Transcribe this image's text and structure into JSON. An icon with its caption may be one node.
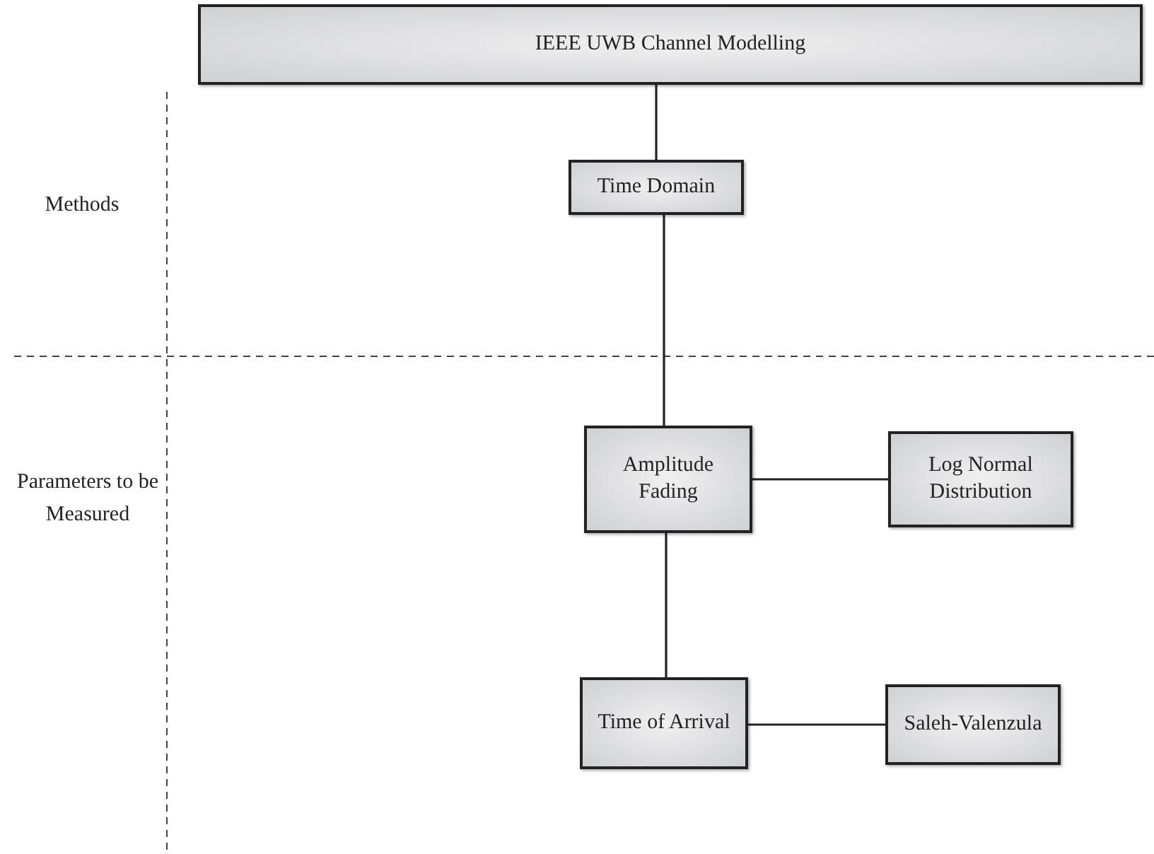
{
  "diagram": {
    "nodes": [
      {
        "text": [
          "IEEE UWB Channel Modelling"
        ]
      },
      {
        "text": [
          "Time Domain"
        ]
      },
      {
        "text": [
          "Amplitude Fading"
        ]
      },
      {
        "text": [
          "Log Normal Distribution"
        ]
      },
      {
        "text": [
          "Time of Arrival"
        ]
      },
      {
        "text": [
          "Saleh-Valenzula"
        ]
      }
    ],
    "edges": [
      {
        "from": 0,
        "to": 1,
        "arrow": "none"
      },
      {
        "from": 1,
        "to": 2,
        "arrow": "none"
      },
      {
        "from": 2,
        "to": 3,
        "arrow": "none"
      },
      {
        "from": 2,
        "to": 4,
        "arrow": "none"
      },
      {
        "from": 4,
        "to": 5,
        "arrow": "none"
      }
    ],
    "labels": [
      "Methods",
      "Parameters to be Measured"
    ]
  }
}
